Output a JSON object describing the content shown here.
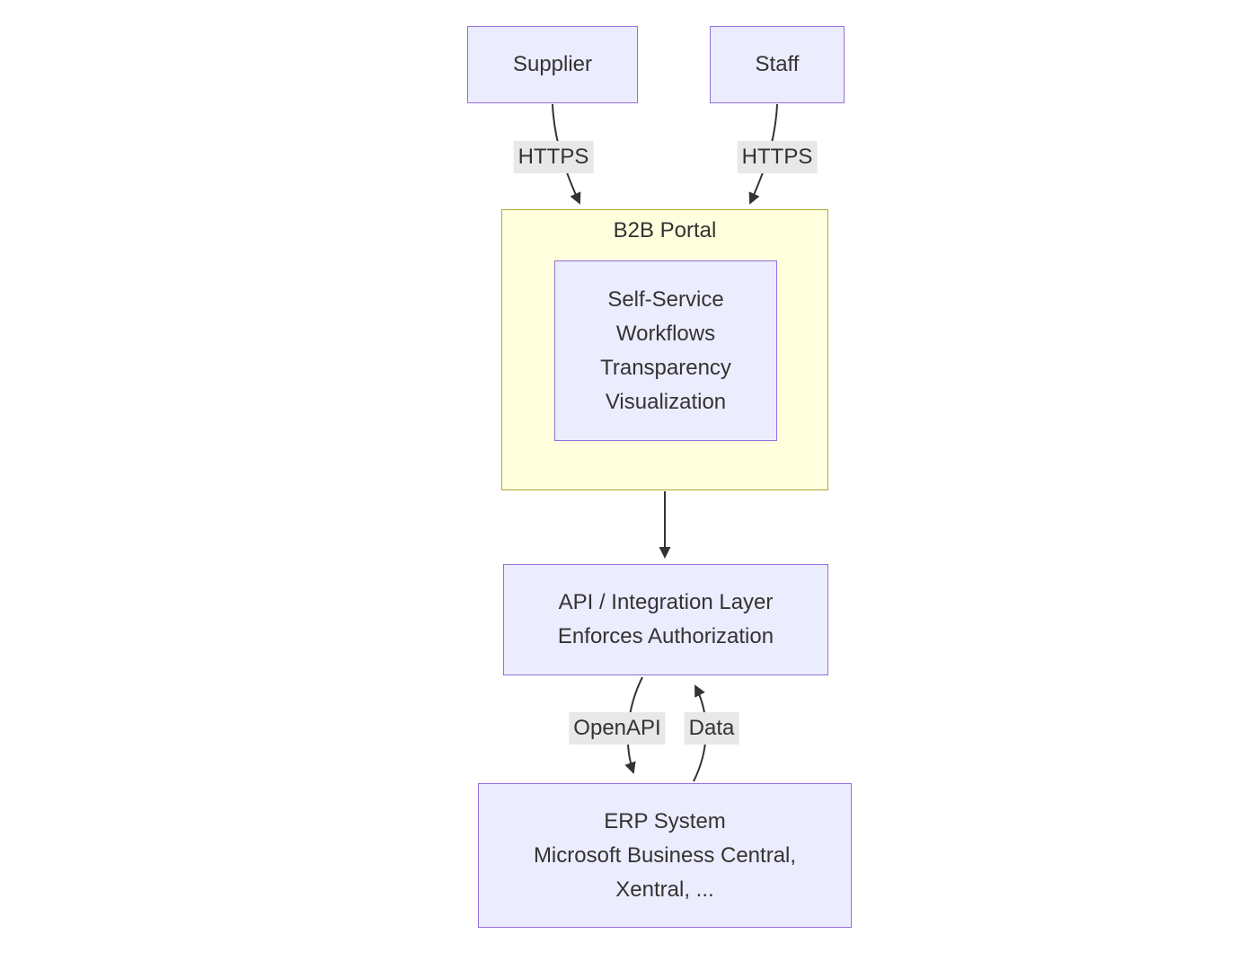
{
  "diagram": {
    "background": "#FFFFFF",
    "colors": {
      "node_fill": "#ECECFF",
      "node_border": "#9370DB",
      "cluster_fill": "#FFFFDE",
      "cluster_border": "#AAAA33",
      "text": "#333333",
      "edge": "#333333",
      "edge_label_bg": "#E8E8E8"
    },
    "nodes": {
      "supplier": {
        "label": "Supplier"
      },
      "staff": {
        "label": "Staff"
      },
      "portal": {
        "title": "B2B Portal"
      },
      "features": {
        "lines": [
          "Self-Service",
          "Workflows",
          "Transparency",
          "Visualization"
        ]
      },
      "api": {
        "lines": [
          "API / Integration Layer",
          "Enforces Authorization"
        ]
      },
      "erp": {
        "lines": [
          "ERP System",
          "Microsoft Business Central,",
          "Xentral, ..."
        ]
      }
    },
    "edges": [
      {
        "from": "Supplier",
        "to": "B2B Portal",
        "label": "HTTPS"
      },
      {
        "from": "Staff",
        "to": "B2B Portal",
        "label": "HTTPS"
      },
      {
        "from": "B2B Portal",
        "to": "API / Integration Layer",
        "label": ""
      },
      {
        "from": "API / Integration Layer",
        "to": "ERP System",
        "label": "OpenAPI"
      },
      {
        "from": "ERP System",
        "to": "API / Integration Layer",
        "label": "Data"
      }
    ]
  }
}
